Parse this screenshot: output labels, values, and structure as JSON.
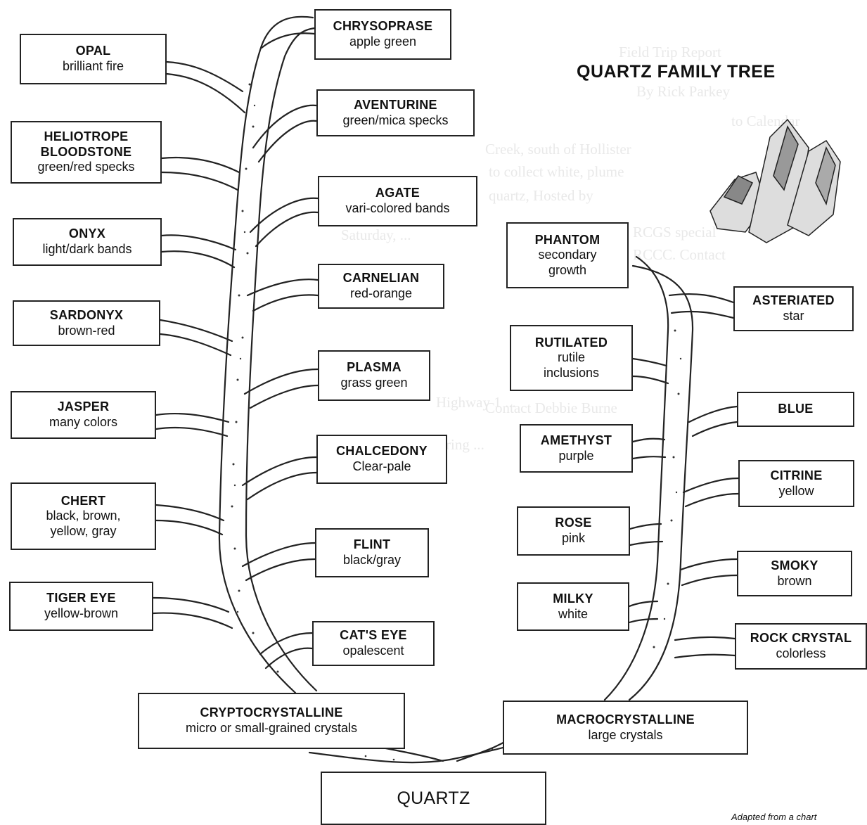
{
  "title": "QUARTZ FAMILY TREE",
  "credit": "Adapted from a chart",
  "root": {
    "name": "QUARTZ"
  },
  "branches": [
    {
      "id": "crypto",
      "name": "CRYPTOCRYSTALLINE",
      "desc": "micro or small-grained crystals"
    },
    {
      "id": "macro",
      "name": "MACROCRYSTALLINE",
      "desc": "large crystals"
    }
  ],
  "crypto_varieties": [
    {
      "name": "OPAL",
      "desc": "brilliant fire"
    },
    {
      "name": "CHRYSOPRASE",
      "desc": "apple green"
    },
    {
      "name": "AVENTURINE",
      "desc": "green/mica specks"
    },
    {
      "name": "HELIOTROPE BLOODSTONE",
      "desc": "green/red specks"
    },
    {
      "name": "AGATE",
      "desc": "vari-colored bands"
    },
    {
      "name": "ONYX",
      "desc": "light/dark bands"
    },
    {
      "name": "CARNELIAN",
      "desc": "red-orange"
    },
    {
      "name": "SARDONYX",
      "desc": "brown-red"
    },
    {
      "name": "PLASMA",
      "desc": "grass green"
    },
    {
      "name": "JASPER",
      "desc": "many colors"
    },
    {
      "name": "CHALCEDONY",
      "desc": "Clear-pale"
    },
    {
      "name": "CHERT",
      "desc": "black, brown, yellow, gray"
    },
    {
      "name": "FLINT",
      "desc": "black/gray"
    },
    {
      "name": "TIGER EYE",
      "desc": "yellow-brown"
    },
    {
      "name": "CAT'S EYE",
      "desc": "opalescent"
    }
  ],
  "macro_varieties": [
    {
      "name": "PHANTOM",
      "desc": "secondary growth"
    },
    {
      "name": "ASTERIATED",
      "desc": "star"
    },
    {
      "name": "RUTILATED",
      "desc": "rutile inclusions"
    },
    {
      "name": "BLUE",
      "desc": ""
    },
    {
      "name": "AMETHYST",
      "desc": "purple"
    },
    {
      "name": "CITRINE",
      "desc": "yellow"
    },
    {
      "name": "ROSE",
      "desc": "pink"
    },
    {
      "name": "SMOKY",
      "desc": "brown"
    },
    {
      "name": "MILKY",
      "desc": "white"
    },
    {
      "name": "ROCK CRYSTAL",
      "desc": "colorless"
    }
  ],
  "colors": {
    "ink": "#222222",
    "speckle": "#333333",
    "bleed_text": "#e9e9e9"
  },
  "bleed_lines": [
    "Field Trip Report",
    "By Rick Parkey",
    "to Calendar",
    "Creek, south of Hollister",
    "to collect white, plume",
    "quartz, Hosted by",
    "RCGS special",
    "RCCC. Contact",
    "Saturday, ...",
    "Highway 1 ...",
    "Bring ...",
    "Contact Debbie Burne"
  ]
}
